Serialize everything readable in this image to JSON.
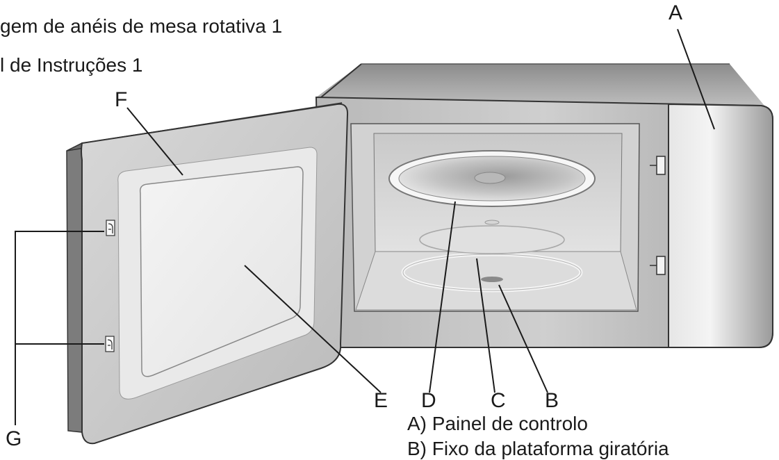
{
  "header": {
    "line1": "gem de anéis de mesa rotativa 1",
    "line2": "l de Instruções 1"
  },
  "callouts": {
    "A": "A",
    "B": "B",
    "C": "C",
    "D": "D",
    "E": "E",
    "F": "F",
    "G": "G"
  },
  "legend": {
    "item_a": "A) Painel de controlo",
    "item_b": "B) Fixo da plataforma giratória"
  }
}
